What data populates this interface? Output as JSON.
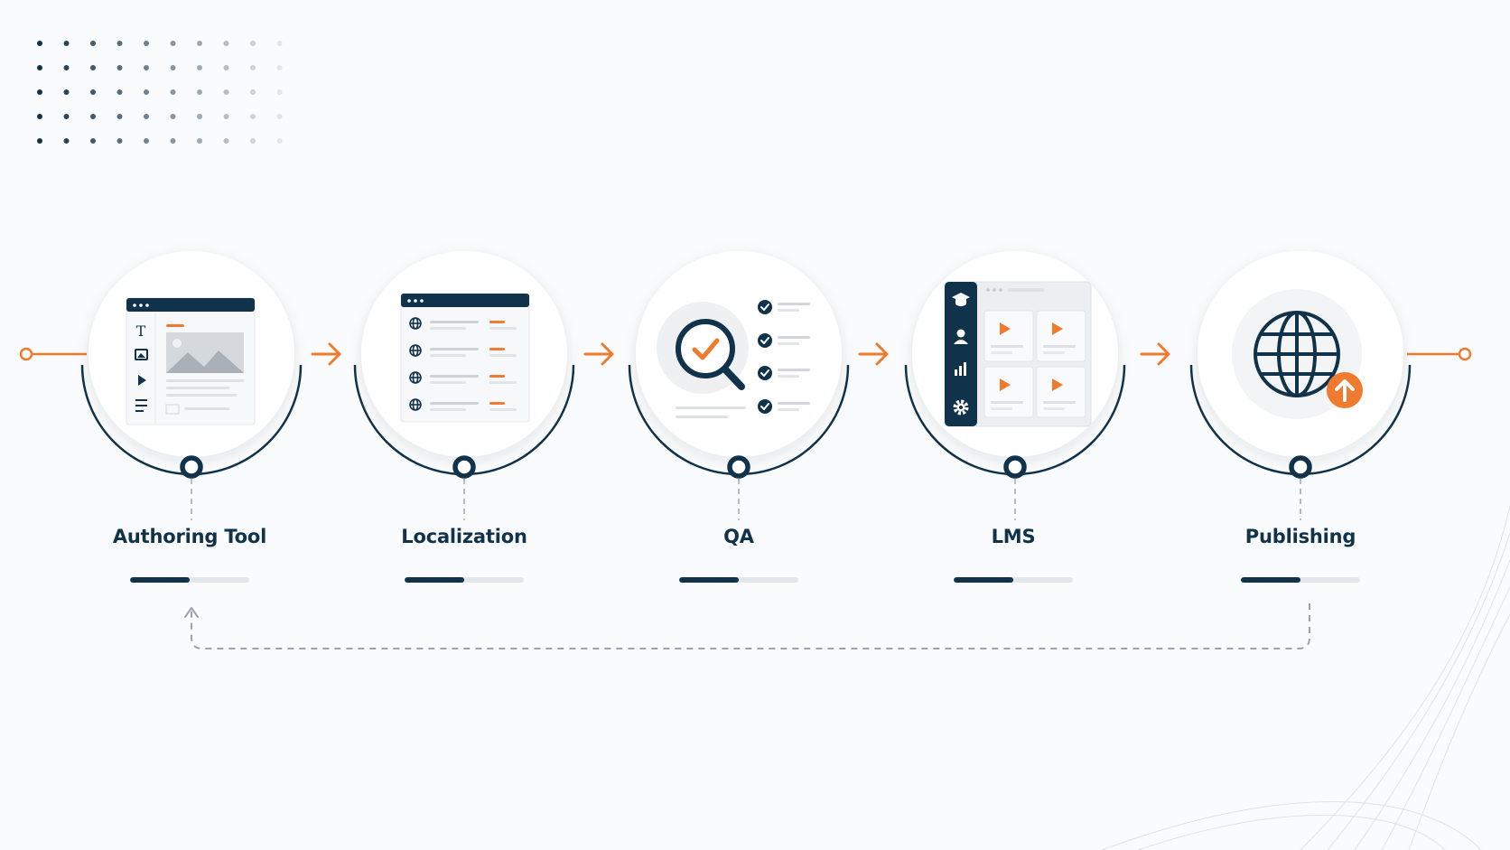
{
  "colors": {
    "navy": "#10324a",
    "accent": "#f07a2e",
    "light_gray": "#e3e6ea",
    "background": "#fafbfc"
  },
  "steps": [
    {
      "label": "Authoring Tool",
      "icon": "authoring-window-icon",
      "progress": 0.5
    },
    {
      "label": "Localization",
      "icon": "localization-list-icon",
      "progress": 0.5
    },
    {
      "label": "QA",
      "icon": "magnifier-check-icon",
      "progress": 0.5
    },
    {
      "label": "LMS",
      "icon": "lms-dashboard-icon",
      "progress": 0.5
    },
    {
      "label": "Publishing",
      "icon": "globe-upload-icon",
      "progress": 0.5
    }
  ],
  "connectors": "arrow-right-icon",
  "loop": "dashed-return-arrow"
}
